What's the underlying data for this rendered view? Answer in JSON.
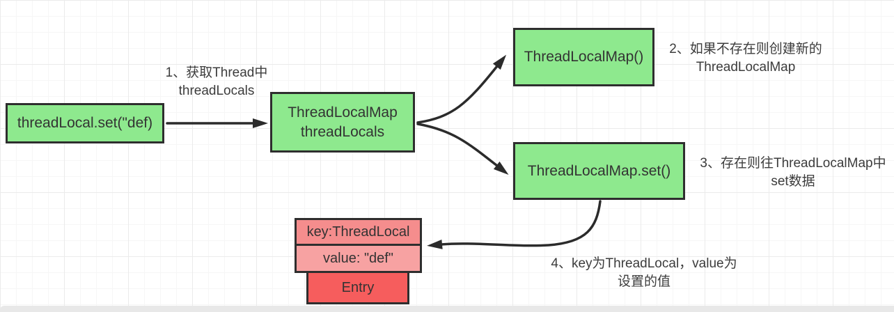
{
  "colors": {
    "box_green": "#8ee98e",
    "box_border": "#2e2e2e",
    "pink_key": "#f58d8d",
    "pink_value": "#f7a2a2",
    "red_entry": "#f65d5d",
    "arrow": "#2b2b2b"
  },
  "boxes": {
    "threadlocal_set": "threadLocal.set(\"def)",
    "threadlocals_line1": "ThreadLocalMap",
    "threadlocals_line2": "threadLocals",
    "new_map": "ThreadLocalMap()",
    "map_set": "ThreadLocalMap.set()",
    "entry_key": "key:ThreadLocal",
    "entry_value": "value: \"def\"",
    "entry": "Entry"
  },
  "notes": {
    "n1_line1": "1、获取Thread中",
    "n1_line2": "threadLocals",
    "n2_line1": "2、如果不存在则创建新的",
    "n2_line2": "ThreadLocalMap",
    "n3_line1": "3、存在则往ThreadLocalMap中",
    "n3_line2": "set数据",
    "n4_line1": "4、key为ThreadLocal，value为",
    "n4_line2": "设置的值"
  }
}
